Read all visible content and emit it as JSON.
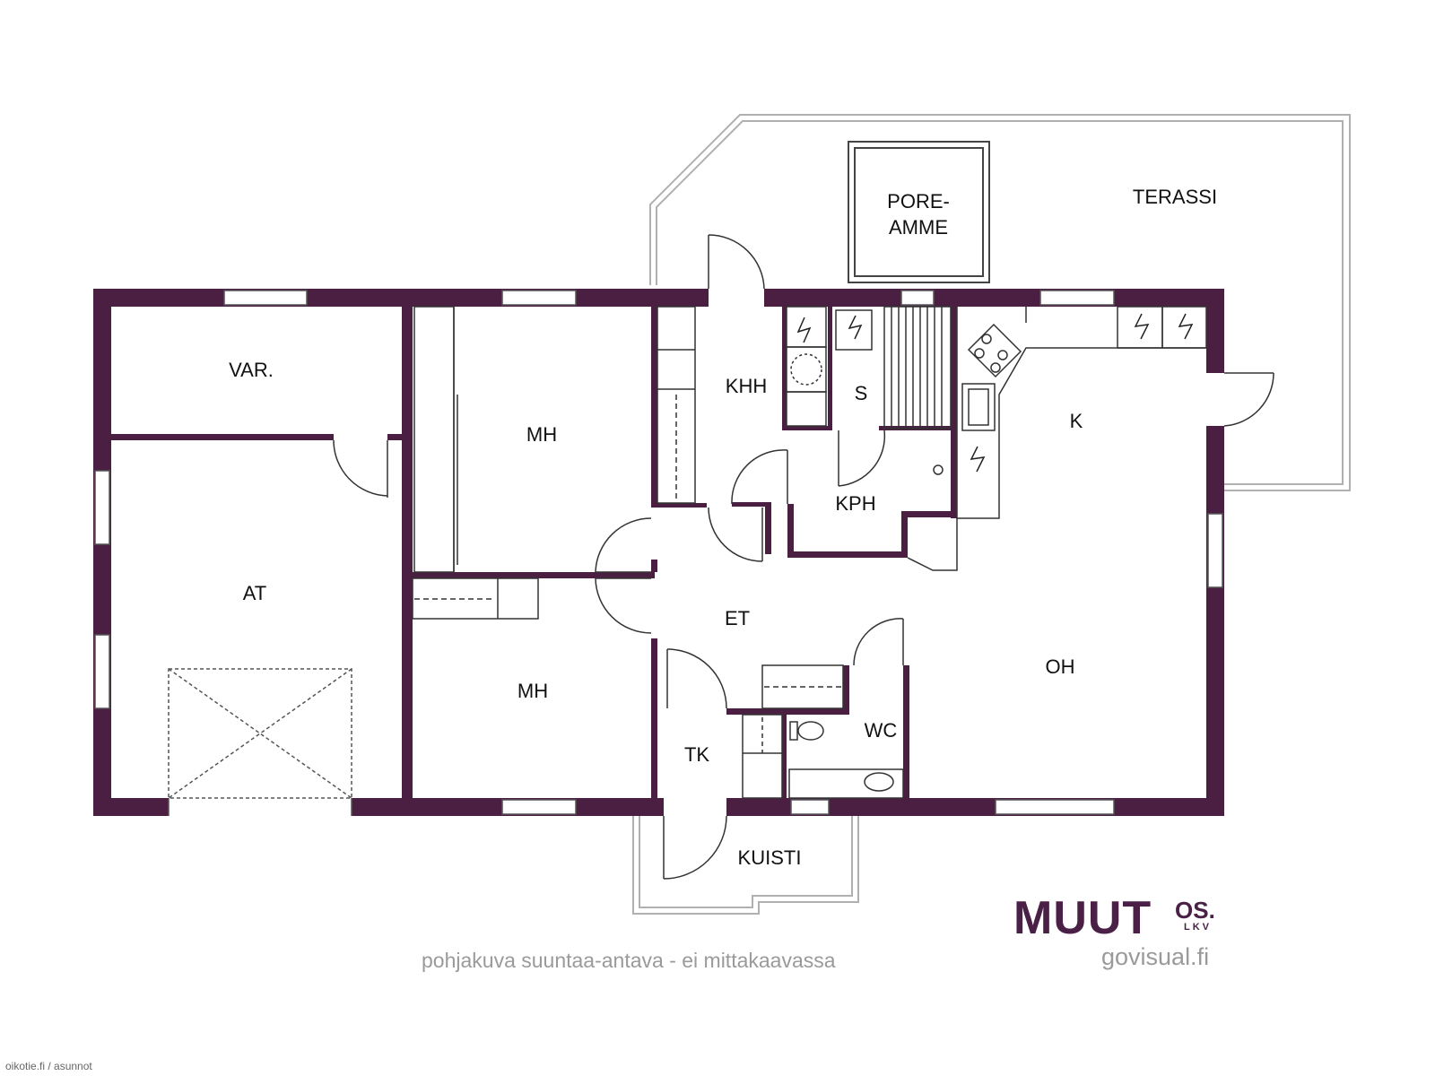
{
  "rooms": {
    "terassi": "TERASSI",
    "poreamme_line1": "PORE-",
    "poreamme_line2": "AMME",
    "var": "VAR.",
    "mh_upper": "MH",
    "khh": "KHH",
    "s": "S",
    "k": "K",
    "kph": "KPH",
    "at": "AT",
    "et": "ET",
    "mh_lower": "MH",
    "oh": "OH",
    "wc": "WC",
    "tk": "TK",
    "kuisti": "KUISTI"
  },
  "footer": {
    "disclaimer": "pohjakuva suuntaa-antava - ei mittakaavassa",
    "watermark": "oikotie.fi / asunnot"
  },
  "logo": {
    "main": "MUUT",
    "os": "OS.",
    "lkv": "LKV",
    "sub": "govisual.fi"
  },
  "colors": {
    "wall": "#4a1f42",
    "line": "#555555",
    "terrace_line": "#b0b0b0",
    "logo": "#4a2046",
    "gray_text": "#9a9a9a"
  }
}
